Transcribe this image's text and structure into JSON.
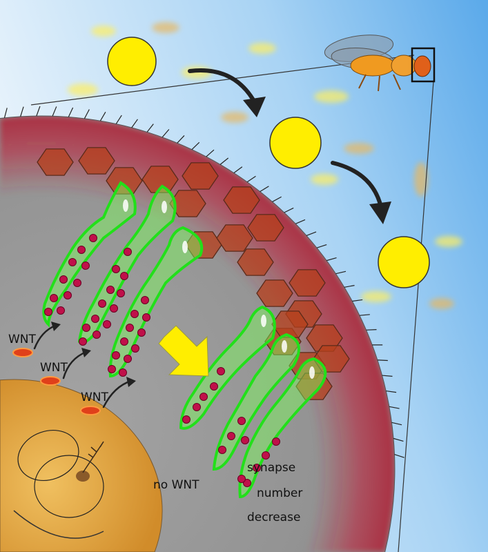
{
  "labels": {
    "wnt_1": "WNT",
    "wnt_2": "WNT",
    "wnt_3": "WNT",
    "no_wnt": "no WNT",
    "synapse_line1": "synapse",
    "synapse_line2": "number",
    "synapse_line3": "decrease"
  },
  "colors": {
    "sky": "#6db4ec",
    "eye": "#9a9a9a",
    "rim": "#c0243c",
    "sun": "#ffee00",
    "neuron": "#22e01a",
    "vesicle": "#c0104a",
    "hexagon": "#b5401c",
    "brain": "#e3a948",
    "arrow_yellow": "#ffee00"
  }
}
